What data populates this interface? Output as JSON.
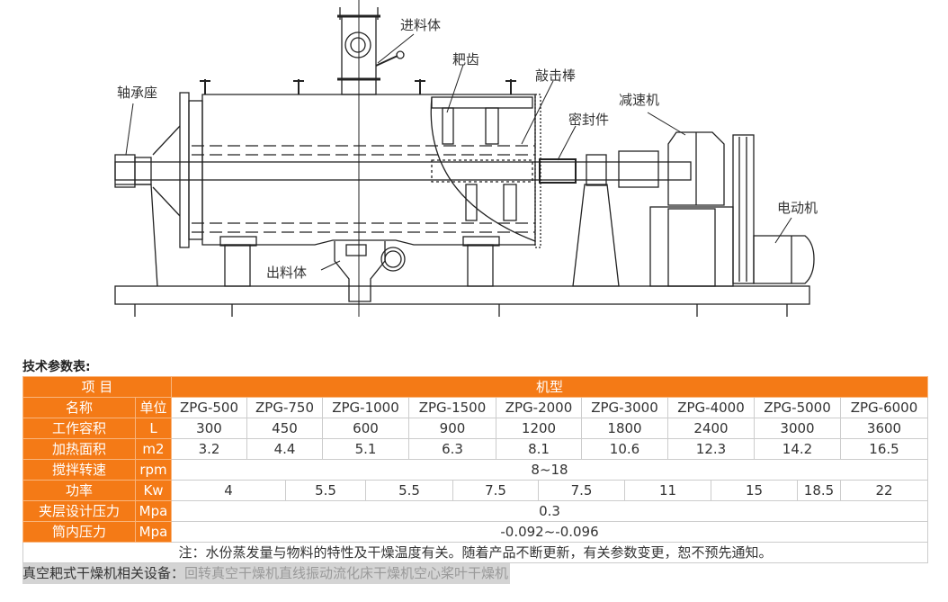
{
  "diagram": {
    "labels": {
      "feed": "进料体",
      "rake": "耙齿",
      "knock_bar": "敲击棒",
      "reducer": "减速机",
      "seal": "密封件",
      "bearing": "轴承座",
      "motor": "电动机",
      "discharge": "出料体"
    }
  },
  "table": {
    "title": "技术参数表:",
    "header_item": "项 目",
    "header_model": "机型",
    "name_label": "名称",
    "unit_label": "单位",
    "models": [
      "ZPG-500",
      "ZPG-750",
      "ZPG-1000",
      "ZPG-1500",
      "ZPG-2000",
      "ZPG-3000",
      "ZPG-4000",
      "ZPG-5000",
      "ZPG-6000"
    ],
    "rows": [
      {
        "name": "工作容积",
        "unit": "L",
        "values": [
          "300",
          "450",
          "600",
          "900",
          "1200",
          "1800",
          "2400",
          "3000",
          "3600"
        ]
      },
      {
        "name": "加热面积",
        "unit": "m2",
        "values": [
          "3.2",
          "4.4",
          "5.1",
          "6.3",
          "8.1",
          "10.6",
          "12.3",
          "14.2",
          "16.5"
        ]
      },
      {
        "name": "搅拌转速",
        "unit": "rpm",
        "value": "8~18"
      },
      {
        "name": "功率",
        "unit": "Kw",
        "values": [
          "4",
          "5.5",
          "5.5",
          "7.5",
          "7.5",
          "11",
          "15",
          "18.5",
          "22"
        ]
      },
      {
        "name": "夹层设计压力",
        "unit": "Mpa",
        "value": "0.3"
      },
      {
        "name": "筒内压力",
        "unit": "Mpa",
        "value": "-0.092~-0.096"
      }
    ],
    "note": "注：水份蒸发量与物料的特性及干燥温度有关。随着产品不断更新，有关参数变更，恕不预先通知。"
  },
  "related": {
    "lead": "真空耙式干燥机相关设备：",
    "links": [
      "回转真空干燥机",
      "直线振动流化床干燥机",
      "空心桨叶干燥机"
    ]
  },
  "colors": {
    "orange": "#f47a16"
  }
}
